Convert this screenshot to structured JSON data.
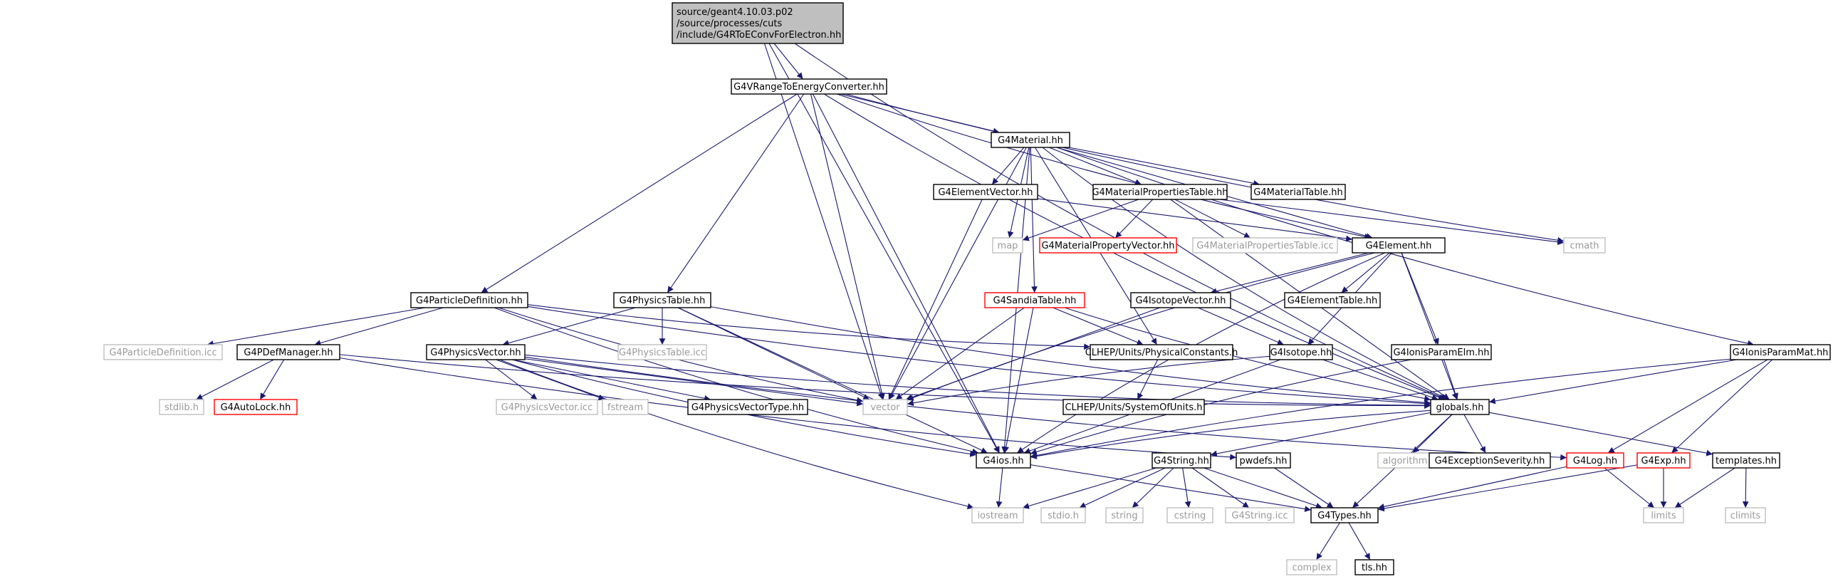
{
  "colors": {
    "edge": "#191970",
    "box_normal": "#000000",
    "box_truncated": "#ff0000",
    "box_external": "#bfbfbf",
    "box_root_fill": "#bfbfbf",
    "text_normal": "#000000",
    "text_external": "#9a9a9a"
  },
  "nodes": {
    "root": {
      "lines": [
        "source/geant4.10.03.p02",
        "/source/processes/cuts",
        "/include/G4RToEConvForElectron.hh"
      ],
      "kind": "root"
    },
    "vrange": {
      "lines": [
        "G4VRangeToEnergyConverter.hh"
      ],
      "kind": "normal"
    },
    "mat": {
      "lines": [
        "G4Material.hh"
      ],
      "kind": "normal"
    },
    "elvec": {
      "lines": [
        "G4ElementVector.hh"
      ],
      "kind": "normal"
    },
    "mpt": {
      "lines": [
        "G4MaterialPropertiesTable.hh"
      ],
      "kind": "normal"
    },
    "mattab": {
      "lines": [
        "G4MaterialTable.hh"
      ],
      "kind": "normal"
    },
    "map": {
      "lines": [
        "map"
      ],
      "kind": "external"
    },
    "mpv": {
      "lines": [
        "G4MaterialPropertyVector.hh"
      ],
      "kind": "truncated"
    },
    "mpticc": {
      "lines": [
        "G4MaterialPropertiesTable.icc"
      ],
      "kind": "external"
    },
    "elem": {
      "lines": [
        "G4Element.hh"
      ],
      "kind": "normal"
    },
    "cmath": {
      "lines": [
        "cmath"
      ],
      "kind": "external"
    },
    "pdef": {
      "lines": [
        "G4ParticleDefinition.hh"
      ],
      "kind": "normal"
    },
    "ptab": {
      "lines": [
        "G4PhysicsTable.hh"
      ],
      "kind": "normal"
    },
    "sandia": {
      "lines": [
        "G4SandiaTable.hh"
      ],
      "kind": "truncated"
    },
    "isovec": {
      "lines": [
        "G4IsotopeVector.hh"
      ],
      "kind": "normal"
    },
    "eltab": {
      "lines": [
        "G4ElementTable.hh"
      ],
      "kind": "normal"
    },
    "pdeficc": {
      "lines": [
        "G4ParticleDefinition.icc"
      ],
      "kind": "external"
    },
    "pdefmgr": {
      "lines": [
        "G4PDefManager.hh"
      ],
      "kind": "normal"
    },
    "ptabicc": {
      "lines": [
        "G4PhysicsTable.icc"
      ],
      "kind": "external"
    },
    "pvec": {
      "lines": [
        "G4PhysicsVector.hh"
      ],
      "kind": "normal"
    },
    "physc": {
      "lines": [
        "CLHEP/Units/PhysicalConstants.h"
      ],
      "kind": "normal"
    },
    "iso": {
      "lines": [
        "G4Isotope.hh"
      ],
      "kind": "normal"
    },
    "ionelm": {
      "lines": [
        "G4IonisParamElm.hh"
      ],
      "kind": "normal"
    },
    "ionmat": {
      "lines": [
        "G4IonisParamMat.hh"
      ],
      "kind": "normal"
    },
    "stdlib": {
      "lines": [
        "stdlib.h"
      ],
      "kind": "external"
    },
    "autolock": {
      "lines": [
        "G4AutoLock.hh"
      ],
      "kind": "truncated"
    },
    "pvecicc": {
      "lines": [
        "G4PhysicsVector.icc"
      ],
      "kind": "external"
    },
    "fstream": {
      "lines": [
        "fstream"
      ],
      "kind": "external"
    },
    "pvectype": {
      "lines": [
        "G4PhysicsVectorType.hh"
      ],
      "kind": "normal"
    },
    "vector": {
      "lines": [
        "vector"
      ],
      "kind": "external"
    },
    "sou": {
      "lines": [
        "CLHEP/Units/SystemOfUnits.h"
      ],
      "kind": "normal"
    },
    "globals": {
      "lines": [
        "globals.hh"
      ],
      "kind": "normal"
    },
    "g4ios": {
      "lines": [
        "G4ios.hh"
      ],
      "kind": "normal"
    },
    "g4string": {
      "lines": [
        "G4String.hh"
      ],
      "kind": "normal"
    },
    "pwdefs": {
      "lines": [
        "pwdefs.hh"
      ],
      "kind": "normal"
    },
    "algorithm": {
      "lines": [
        "algorithm"
      ],
      "kind": "external"
    },
    "excsev": {
      "lines": [
        "G4ExceptionSeverity.hh"
      ],
      "kind": "normal"
    },
    "g4log": {
      "lines": [
        "G4Log.hh"
      ],
      "kind": "truncated"
    },
    "g4exp": {
      "lines": [
        "G4Exp.hh"
      ],
      "kind": "truncated"
    },
    "templates": {
      "lines": [
        "templates.hh"
      ],
      "kind": "normal"
    },
    "iostream": {
      "lines": [
        "iostream"
      ],
      "kind": "external"
    },
    "stdio": {
      "lines": [
        "stdio.h"
      ],
      "kind": "external"
    },
    "string": {
      "lines": [
        "string"
      ],
      "kind": "external"
    },
    "cstring": {
      "lines": [
        "cstring"
      ],
      "kind": "external"
    },
    "g4stricc": {
      "lines": [
        "G4String.icc"
      ],
      "kind": "external"
    },
    "g4types": {
      "lines": [
        "G4Types.hh"
      ],
      "kind": "normal"
    },
    "limits": {
      "lines": [
        "limits"
      ],
      "kind": "external"
    },
    "climits": {
      "lines": [
        "climits"
      ],
      "kind": "external"
    },
    "complex": {
      "lines": [
        "complex"
      ],
      "kind": "external"
    },
    "tls": {
      "lines": [
        "tls.hh"
      ],
      "kind": "normal"
    }
  },
  "edges": [
    [
      "root",
      "vrange"
    ],
    [
      "root",
      "vector"
    ],
    [
      "root",
      "g4ios"
    ],
    [
      "root",
      "globals"
    ],
    [
      "vrange",
      "mat"
    ],
    [
      "vrange",
      "pdef"
    ],
    [
      "vrange",
      "ptab"
    ],
    [
      "vrange",
      "vector"
    ],
    [
      "vrange",
      "cmath"
    ],
    [
      "vrange",
      "g4ios"
    ],
    [
      "vrange",
      "globals"
    ],
    [
      "vrange",
      "elem"
    ],
    [
      "mat",
      "elvec"
    ],
    [
      "mat",
      "mpt"
    ],
    [
      "mat",
      "mattab"
    ],
    [
      "mat",
      "map"
    ],
    [
      "mat",
      "elem"
    ],
    [
      "mat",
      "vector"
    ],
    [
      "mat",
      "sandia"
    ],
    [
      "mat",
      "physc"
    ],
    [
      "mat",
      "ionmat"
    ],
    [
      "mat",
      "globals"
    ],
    [
      "mat",
      "g4ios"
    ],
    [
      "elvec",
      "elem"
    ],
    [
      "elvec",
      "vector"
    ],
    [
      "mpt",
      "map"
    ],
    [
      "mpt",
      "mpv"
    ],
    [
      "mpt",
      "mpticc"
    ],
    [
      "mpt",
      "cmath"
    ],
    [
      "mpt",
      "globals"
    ],
    [
      "elem",
      "isovec"
    ],
    [
      "elem",
      "eltab"
    ],
    [
      "elem",
      "iso"
    ],
    [
      "elem",
      "ionelm"
    ],
    [
      "elem",
      "vector"
    ],
    [
      "elem",
      "globals"
    ],
    [
      "elem",
      "g4ios"
    ],
    [
      "pdef",
      "pdeficc"
    ],
    [
      "pdef",
      "pdefmgr"
    ],
    [
      "pdef",
      "physc"
    ],
    [
      "pdef",
      "globals"
    ],
    [
      "pdef",
      "g4ios"
    ],
    [
      "pdef",
      "vector"
    ],
    [
      "ptab",
      "ptabicc"
    ],
    [
      "ptab",
      "pvec"
    ],
    [
      "ptab",
      "vector"
    ],
    [
      "ptab",
      "globals"
    ],
    [
      "ptab",
      "g4ios"
    ],
    [
      "sandia",
      "physc"
    ],
    [
      "sandia",
      "vector"
    ],
    [
      "sandia",
      "g4ios"
    ],
    [
      "sandia",
      "globals"
    ],
    [
      "isovec",
      "iso"
    ],
    [
      "isovec",
      "vector"
    ],
    [
      "pdefmgr",
      "stdlib"
    ],
    [
      "pdefmgr",
      "autolock"
    ],
    [
      "pdefmgr",
      "globals"
    ],
    [
      "pdefmgr",
      "pwdefs"
    ],
    [
      "pvec",
      "pvecicc"
    ],
    [
      "pvec",
      "fstream"
    ],
    [
      "pvec",
      "pvectype"
    ],
    [
      "pvec",
      "vector"
    ],
    [
      "pvec",
      "g4ios"
    ],
    [
      "pvec",
      "globals"
    ],
    [
      "pvec",
      "iostream"
    ],
    [
      "pvec",
      "g4log"
    ],
    [
      "physc",
      "sou"
    ],
    [
      "iso",
      "globals"
    ],
    [
      "iso",
      "g4ios"
    ],
    [
      "iso",
      "vector"
    ],
    [
      "ionelm",
      "globals"
    ],
    [
      "ionelm",
      "g4ios"
    ],
    [
      "ionmat",
      "globals"
    ],
    [
      "ionmat",
      "g4ios"
    ],
    [
      "ionmat",
      "g4log"
    ],
    [
      "ionmat",
      "g4exp"
    ],
    [
      "globals",
      "g4ios"
    ],
    [
      "globals",
      "g4string"
    ],
    [
      "globals",
      "algorithm"
    ],
    [
      "globals",
      "excsev"
    ],
    [
      "globals",
      "templates"
    ],
    [
      "globals",
      "g4types"
    ],
    [
      "g4ios",
      "iostream"
    ],
    [
      "g4ios",
      "g4types"
    ],
    [
      "g4string",
      "iostream"
    ],
    [
      "g4string",
      "stdio"
    ],
    [
      "g4string",
      "string"
    ],
    [
      "g4string",
      "cstring"
    ],
    [
      "g4string",
      "g4stricc"
    ],
    [
      "g4string",
      "g4types"
    ],
    [
      "pwdefs",
      "g4types"
    ],
    [
      "g4log",
      "g4types"
    ],
    [
      "g4log",
      "limits"
    ],
    [
      "g4exp",
      "g4types"
    ],
    [
      "g4exp",
      "limits"
    ],
    [
      "templates",
      "limits"
    ],
    [
      "templates",
      "climits"
    ],
    [
      "g4types",
      "complex"
    ],
    [
      "g4types",
      "tls"
    ]
  ]
}
